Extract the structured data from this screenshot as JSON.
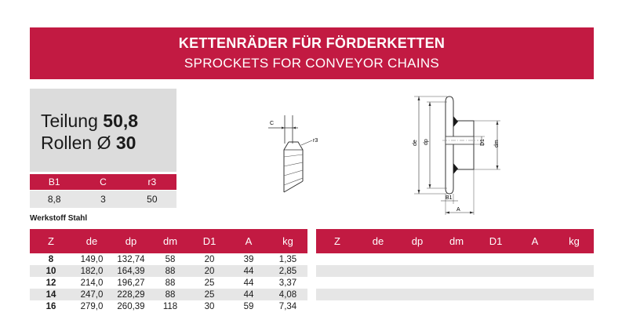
{
  "header": {
    "title_de": "KETTENRÄDER FÜR FÖRDERKETTEN",
    "title_en": "SPROCKETS FOR CONVEYOR CHAINS"
  },
  "spec": {
    "pitch_label": "Teilung",
    "pitch_value": "50,8",
    "roller_label": "Rollen Ø",
    "roller_value": "30"
  },
  "tooth_table": {
    "headers": [
      "B1",
      "C",
      "r3"
    ],
    "values": [
      "8,8",
      "3",
      "50"
    ]
  },
  "material": "Werkstoff Stahl",
  "diagram_labels": {
    "c": "C",
    "r3": "r3",
    "de": "de",
    "dp": "dp",
    "d1": "D1",
    "dm": "dm",
    "b1": "B1",
    "a": "A"
  },
  "columns": [
    "Z",
    "de",
    "dp",
    "dm",
    "D1",
    "A",
    "kg"
  ],
  "rows": [
    [
      "8",
      "149,0",
      "132,74",
      "58",
      "20",
      "39",
      "1,35"
    ],
    [
      "10",
      "182,0",
      "164,39",
      "88",
      "20",
      "44",
      "2,85"
    ],
    [
      "12",
      "214,0",
      "196,27",
      "88",
      "25",
      "44",
      "3,37"
    ],
    [
      "14",
      "247,0",
      "228,29",
      "88",
      "25",
      "44",
      "4,08"
    ],
    [
      "16",
      "279,0",
      "260,39",
      "118",
      "30",
      "59",
      "7,34"
    ]
  ],
  "colors": {
    "accent": "#c21a42",
    "shade": "#e6e6e6",
    "spec_box": "#dcdcdc"
  }
}
